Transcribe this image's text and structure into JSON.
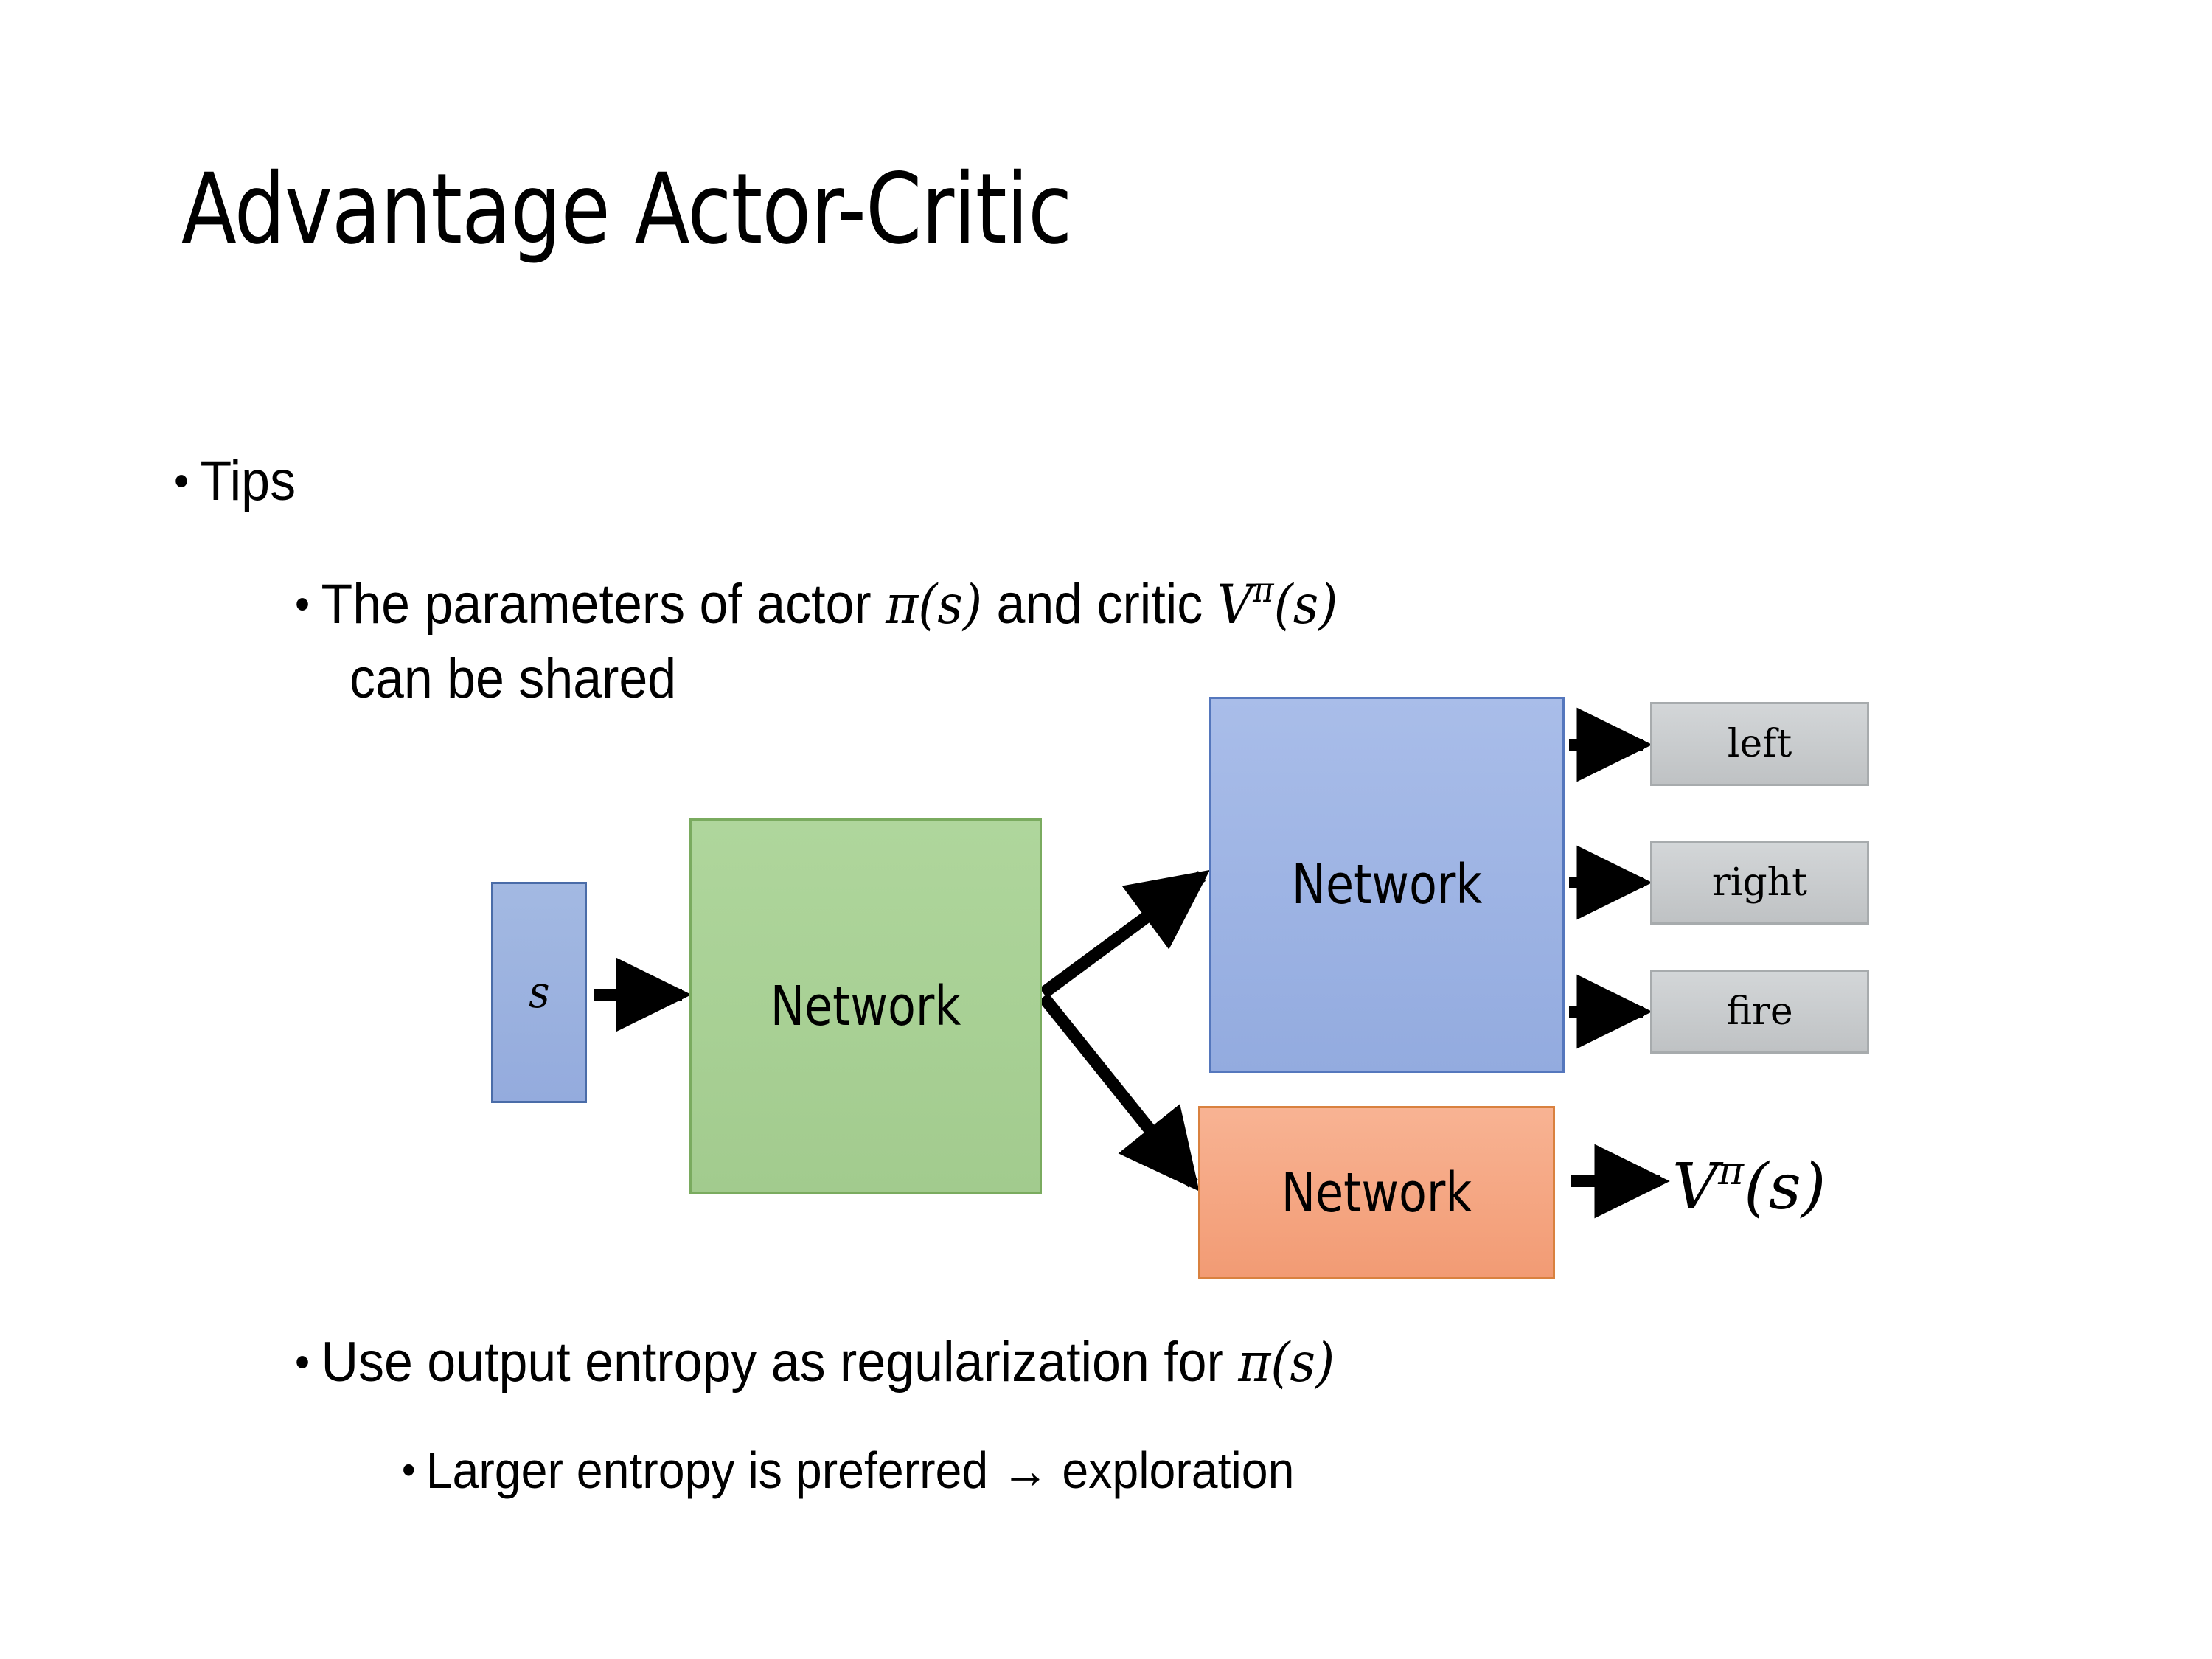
{
  "slide": {
    "title": "Advantage Actor-Critic",
    "background_color": "#ffffff"
  },
  "bullets": {
    "tips": "Tips",
    "shared_params": {
      "prefix": "The parameters of actor ",
      "math1": "π(s)",
      "middle": "  and critic ",
      "math2_base": "V",
      "math2_sup": "π",
      "math2_arg": "(s)",
      "line2": "can be shared"
    },
    "entropy": {
      "prefix": "Use output entropy as regularization for ",
      "math": "π(s)"
    },
    "exploration": "Larger entropy is preferred → exploration",
    "bullet_glyph": "•"
  },
  "diagram": {
    "state_box": {
      "label": "s",
      "fill": "#9bb1e0",
      "border": "#4a6ca8"
    },
    "shared_network": {
      "label": "Network",
      "fill": "#a8d096",
      "border": "#7aab5f"
    },
    "actor_network": {
      "label": "Network",
      "fill": "#9db4e4",
      "border": "#5577bd"
    },
    "critic_network": {
      "label": "Network",
      "fill": "#f4a682",
      "border": "#d9813f"
    },
    "action_outputs": [
      {
        "label": "left",
        "fill": "#c8cbcd",
        "border": "#a7abad"
      },
      {
        "label": "right",
        "fill": "#c8cbcd",
        "border": "#a7abad"
      },
      {
        "label": "fire",
        "fill": "#c8cbcd",
        "border": "#a7abad"
      }
    ],
    "value_output": {
      "base": "V",
      "superscript": "π",
      "argument": "(s)"
    },
    "arrow_color": "#000000"
  }
}
